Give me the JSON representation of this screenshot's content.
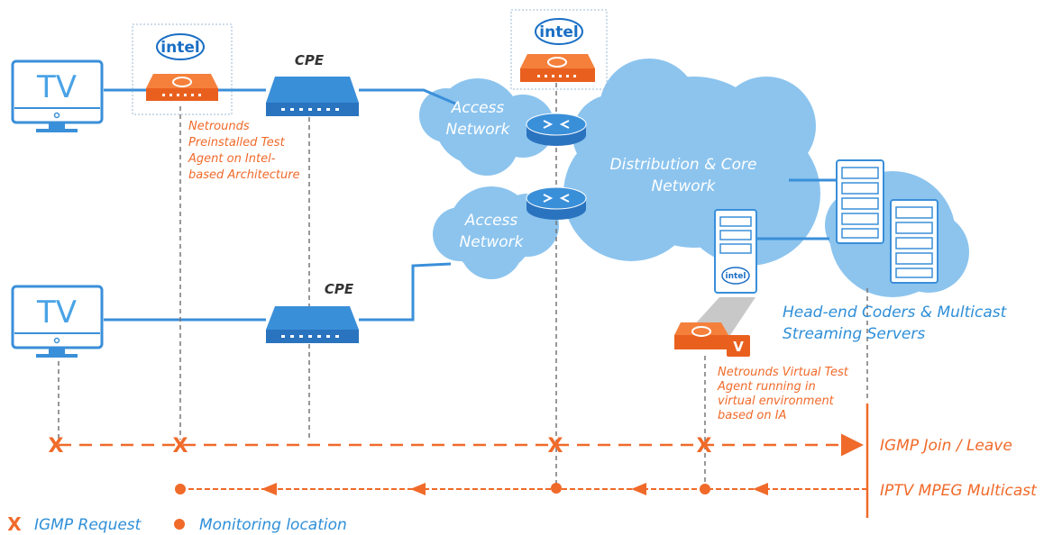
{
  "devices": {
    "tv_top": "TV",
    "tv_bottom": "TV",
    "cpe_top": "CPE",
    "cpe_bottom": "CPE",
    "intel_logo": "intel",
    "virtual_badge": "V"
  },
  "clouds": {
    "access_top": [
      "Access",
      "Network"
    ],
    "access_bottom": [
      "Access",
      "Network"
    ],
    "core": [
      "Distribution & Core",
      "Network"
    ]
  },
  "annotations": {
    "preinstalled": [
      "Netrounds",
      "Preinstalled Test",
      "Agent on Intel-",
      "based Architecture"
    ],
    "virtual": [
      "Netrounds Virtual Test",
      "Agent running in",
      "virtual environment",
      "based on IA"
    ],
    "headend": [
      "Head-end Coders & Multicast",
      "Streaming Servers"
    ]
  },
  "flows": {
    "igmp": "IGMP Join / Leave",
    "multicast": "IPTV MPEG Multicast"
  },
  "legend": {
    "x_marker": "X",
    "igmp_request": "IGMP Request",
    "monitoring": "Monitoring location"
  },
  "colors": {
    "accent_orange": "#f06a2a",
    "network_blue": "#3a8fd9",
    "cloud_blue": "#8cc4ee",
    "grey_line": "#777777"
  }
}
